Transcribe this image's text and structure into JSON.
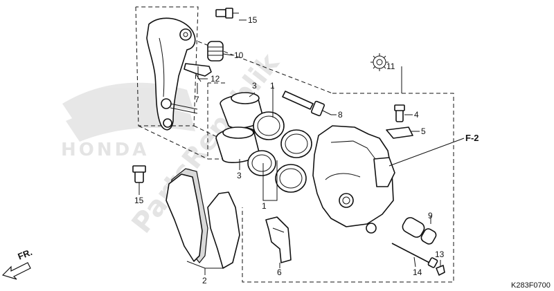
{
  "diagram": {
    "code": "K283F0700",
    "watermark_text": "PartsRepublik",
    "watermark_logo": "HONDA"
  },
  "callouts": [
    {
      "id": "1a",
      "text": "1"
    },
    {
      "id": "1b",
      "text": "1"
    },
    {
      "id": "2",
      "text": "2"
    },
    {
      "id": "3a",
      "text": "3"
    },
    {
      "id": "3b",
      "text": "3"
    },
    {
      "id": "4",
      "text": "4"
    },
    {
      "id": "5",
      "text": "5"
    },
    {
      "id": "6",
      "text": "6"
    },
    {
      "id": "7",
      "text": "7"
    },
    {
      "id": "8",
      "text": "8"
    },
    {
      "id": "9",
      "text": "9"
    },
    {
      "id": "10",
      "text": "10"
    },
    {
      "id": "11",
      "text": "11"
    },
    {
      "id": "12",
      "text": "12"
    },
    {
      "id": "13",
      "text": "13"
    },
    {
      "id": "14",
      "text": "14"
    },
    {
      "id": "15a",
      "text": "15"
    },
    {
      "id": "15b",
      "text": "15"
    }
  ],
  "references": {
    "f2": "F-2",
    "front": "FR."
  }
}
